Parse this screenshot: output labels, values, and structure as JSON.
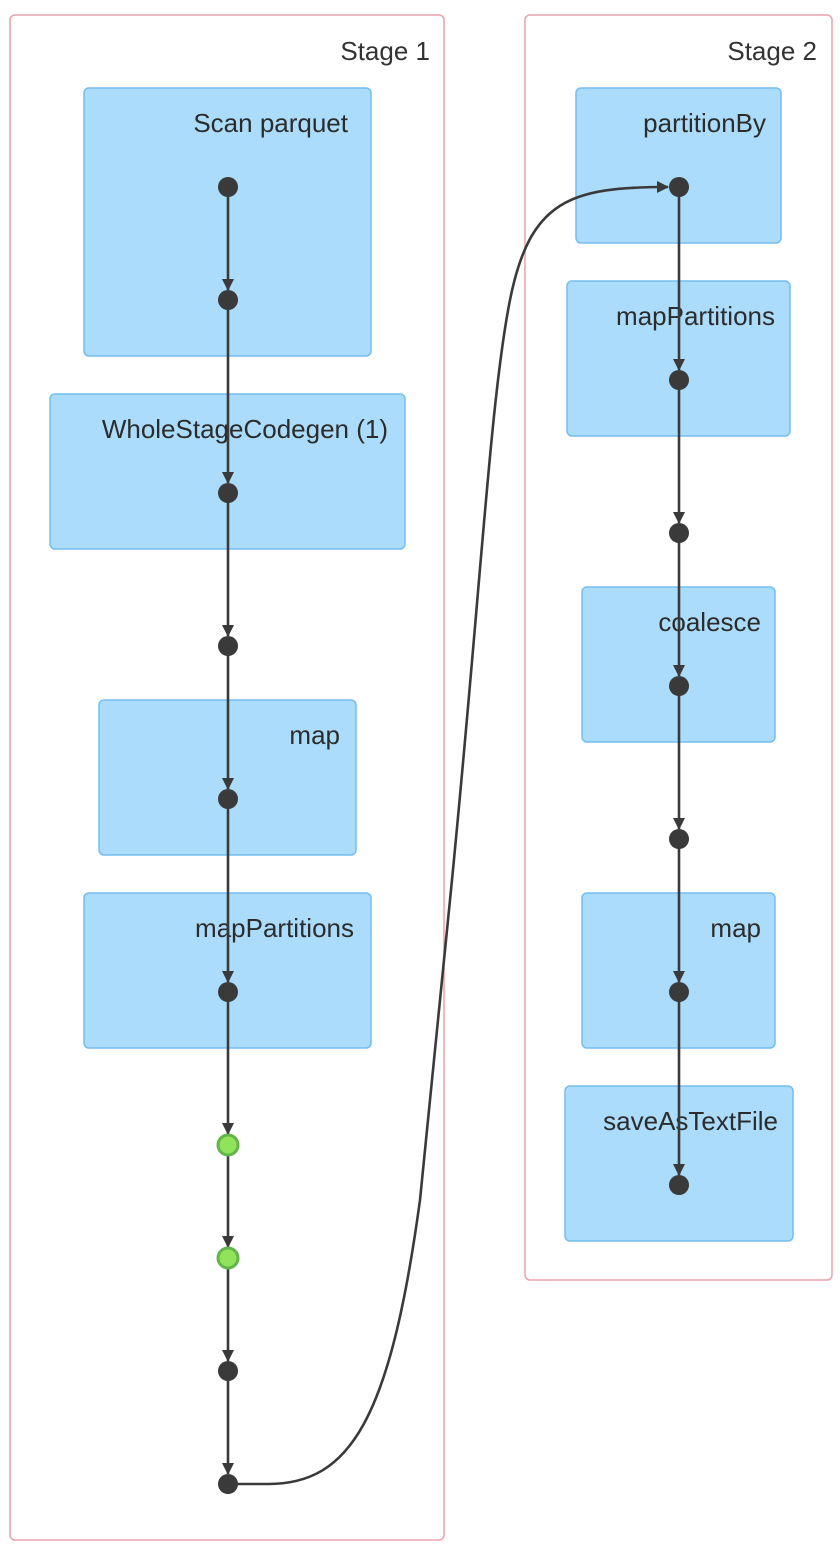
{
  "stages": [
    {
      "label": "Stage 1",
      "operations": [
        "Scan parquet",
        "WholeStageCodegen (1)",
        "map",
        "mapPartitions"
      ]
    },
    {
      "label": "Stage 2",
      "operations": [
        "partitionBy",
        "mapPartitions",
        "coalesce",
        "map",
        "saveAsTextFile"
      ]
    }
  ],
  "cached_rdd_count": 2,
  "colors": {
    "stage_border": "#e8a2ad",
    "operation_fill": "#abdcfb",
    "operation_border": "#74bdf0",
    "node": "#3a3a3a",
    "cached_node": "#90e35a",
    "edge": "#3a3a3a"
  }
}
